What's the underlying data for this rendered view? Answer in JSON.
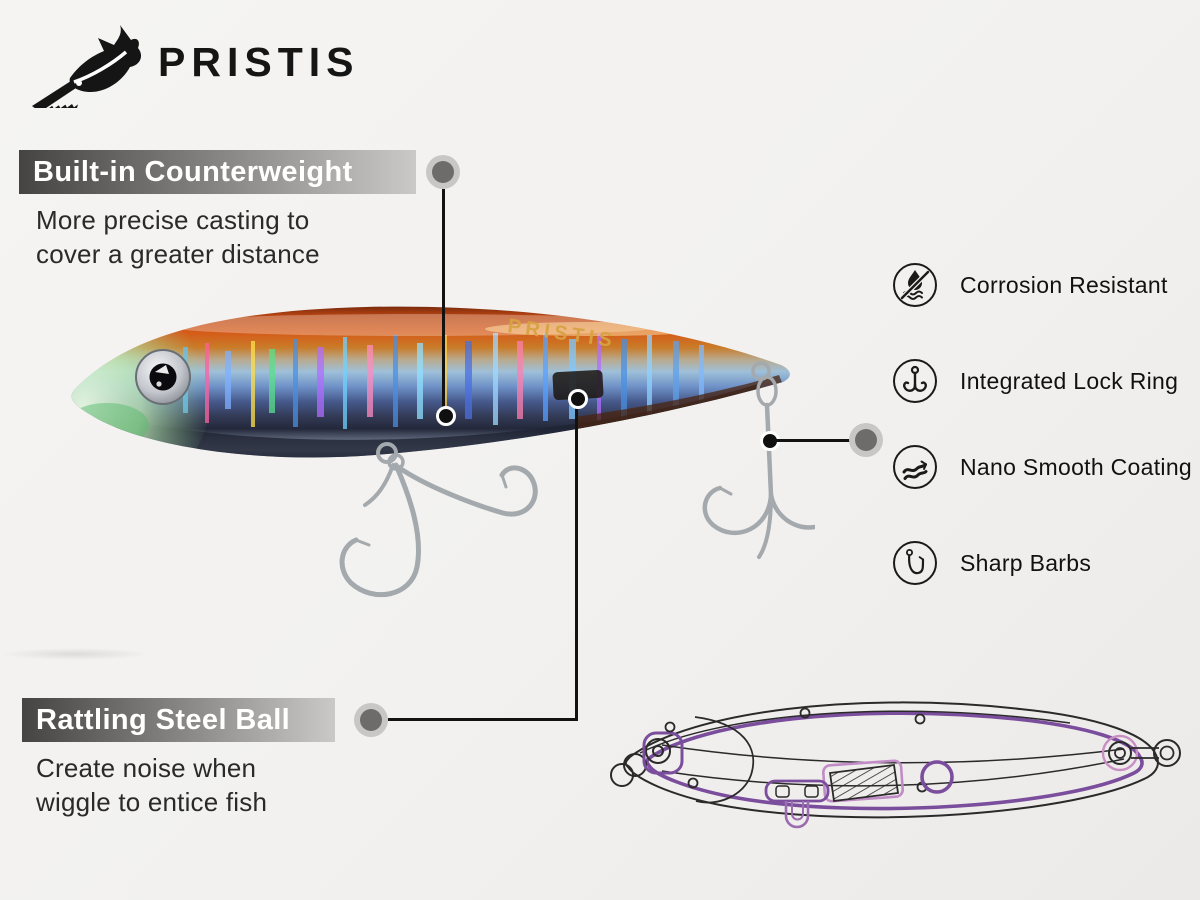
{
  "brand": {
    "wordmark": "PRISTIS"
  },
  "callouts": [
    {
      "title": "Built-in Counterweight",
      "lines": [
        "More precise casting to",
        "cover a greater distance"
      ]
    },
    {
      "title": "Rattling Steel Ball",
      "lines": [
        "Create noise when",
        "wiggle to entice fish"
      ]
    }
  ],
  "features": [
    {
      "label": "Corrosion Resistant",
      "icon": "no-corrosion-droplet-icon"
    },
    {
      "label": "Integrated Lock Ring",
      "icon": "treble-hook-icon"
    },
    {
      "label": "Nano Smooth Coating",
      "icon": "smooth-flow-icon"
    },
    {
      "label": "Sharp Barbs",
      "icon": "fish-hook-icon"
    }
  ],
  "lure": {
    "back_text": "PRISTIS"
  },
  "colors": {
    "label_gradient_start": "#454443",
    "label_gradient_end": "#cbc9c7",
    "connector_black": "#121212",
    "ring_dot_outer": "#c8c7c5",
    "ring_dot_inner": "#6d6c6b",
    "drawing_purple": "#7b4d9d",
    "drawing_light_purple": "#c18cc6",
    "lure_back_orange": "#d2591a",
    "lure_holo_blue": "#6f92c8",
    "lure_gold_text": "#d7a343",
    "background": "#f2f1ef"
  }
}
